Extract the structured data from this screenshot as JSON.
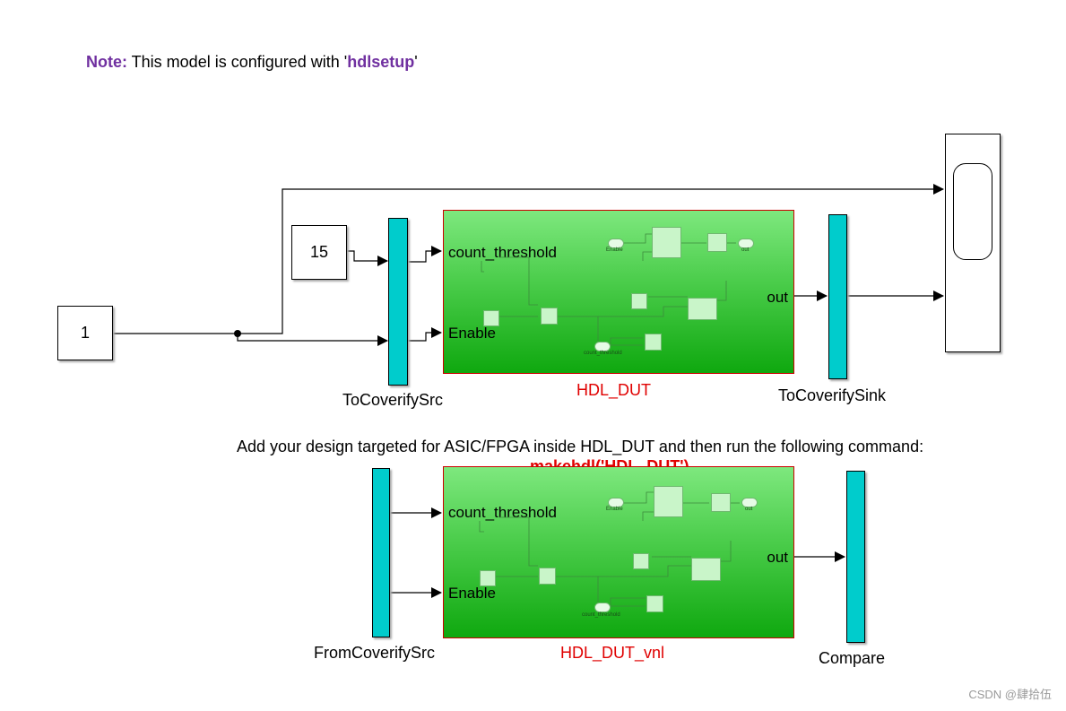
{
  "note": {
    "prefix": "Note:",
    "text_before": " This model is configured with '",
    "keyword": "hdlsetup",
    "text_after": "'"
  },
  "blocks": {
    "const_1": "1",
    "const_15": "15",
    "to_src_label": "ToCoverifySrc",
    "to_sink_label": "ToCoverifySink",
    "from_src_label": "FromCoverifySrc",
    "compare_label": "Compare",
    "dut_label": "HDL_DUT",
    "dut_vnl_label": "HDL_DUT_vnl"
  },
  "ports": {
    "count_threshold": "count_threshold",
    "enable": "Enable",
    "out": "out"
  },
  "inner": {
    "enable": "Enable",
    "out": "out",
    "count_threshold": "count_threshold"
  },
  "instruction": "Add your design targeted for ASIC/FPGA inside HDL_DUT and then run the following command:",
  "command": "makehdl('HDL_DUT')",
  "watermark": "CSDN @肆拾伍",
  "colors": {
    "bus": "#00cccc",
    "subsystem_border": "#cc0000",
    "note_keyword": "#7030a0",
    "red_label": "#e00000"
  }
}
